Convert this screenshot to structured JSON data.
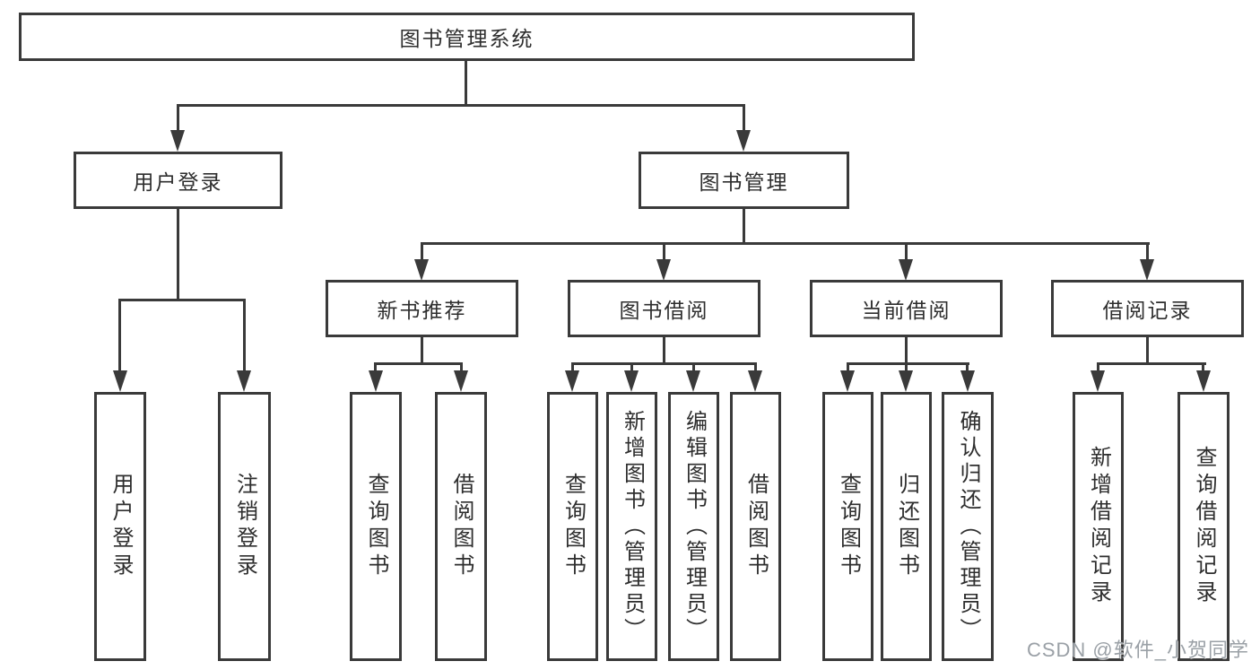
{
  "title": {
    "label": "图书管理系统"
  },
  "level1": [
    {
      "label": "用户登录"
    },
    {
      "label": "图书管理"
    }
  ],
  "level2": [
    {
      "label": "新书推荐"
    },
    {
      "label": "图书借阅"
    },
    {
      "label": "当前借阅"
    },
    {
      "label": "借阅记录"
    }
  ],
  "leaves": {
    "login": [
      {
        "label": "用户登录"
      },
      {
        "label": "注销登录"
      }
    ],
    "newbook": [
      {
        "label": "查询图书"
      },
      {
        "label": "借阅图书"
      }
    ],
    "borrow": [
      {
        "label": "查询图书"
      },
      {
        "label": "新增图书（管理员）"
      },
      {
        "label": "编辑图书（管理员）"
      },
      {
        "label": "借阅图书"
      }
    ],
    "current": [
      {
        "label": "查询图书"
      },
      {
        "label": "归还图书"
      },
      {
        "label": "确认归还（管理员）"
      }
    ],
    "records": [
      {
        "label": "新增借阅记录"
      },
      {
        "label": "查询借阅记录"
      }
    ]
  },
  "watermark": {
    "text": "CSDN @软件_小贺同学"
  },
  "colors": {
    "line": "#3a3a3a",
    "text": "#2e2e2e",
    "background": "#ffffff",
    "watermark": "#9aa0a6"
  }
}
